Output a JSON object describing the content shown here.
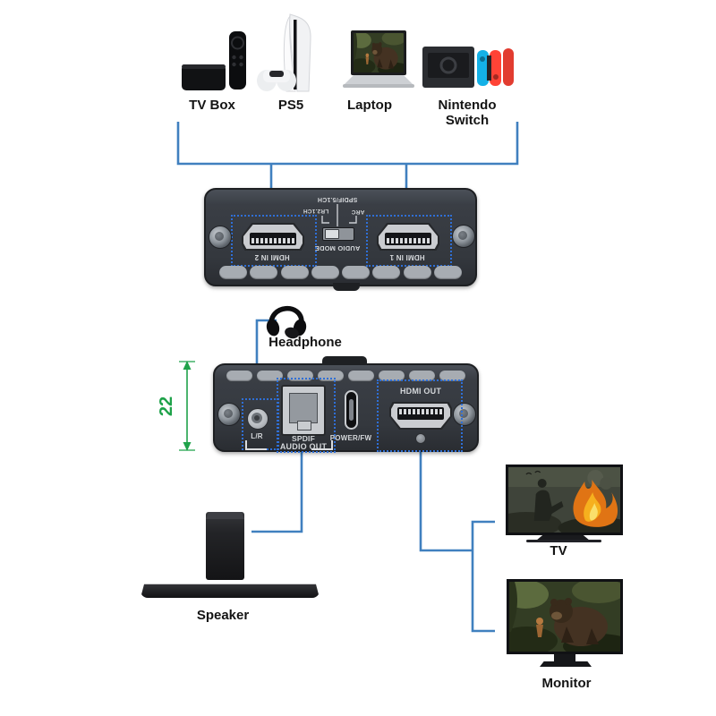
{
  "colors": {
    "wire": "#4080bf",
    "dashed_box": "#2f6fd6",
    "dimension_green": "#1fa24a",
    "device_body": "#34383e"
  },
  "sources": [
    {
      "label": "TV Box"
    },
    {
      "label": "PS5"
    },
    {
      "label": "Laptop"
    },
    {
      "label": "Nintendo Switch"
    }
  ],
  "switch_top_view": {
    "spdif_mode": "SPDIF/5.1CH",
    "lr_mode": "LR2.1CH",
    "arc_mode": "ARC",
    "mode_label": "AUDIO MODE",
    "hdmi_in_2": "HDMI IN 2",
    "hdmi_in_1": "HDMI IN 1"
  },
  "headphone": {
    "label": "Headphone"
  },
  "switch_front_view": {
    "lr": "L/R",
    "spdif": "SPDIF",
    "power": "POWER/FW",
    "hdmi_out": "HDMI OUT",
    "audio_out": "AUDIO OUT"
  },
  "dimension": {
    "value": "22"
  },
  "outputs": {
    "speaker": "Speaker",
    "tv": "TV",
    "monitor": "Monitor"
  }
}
